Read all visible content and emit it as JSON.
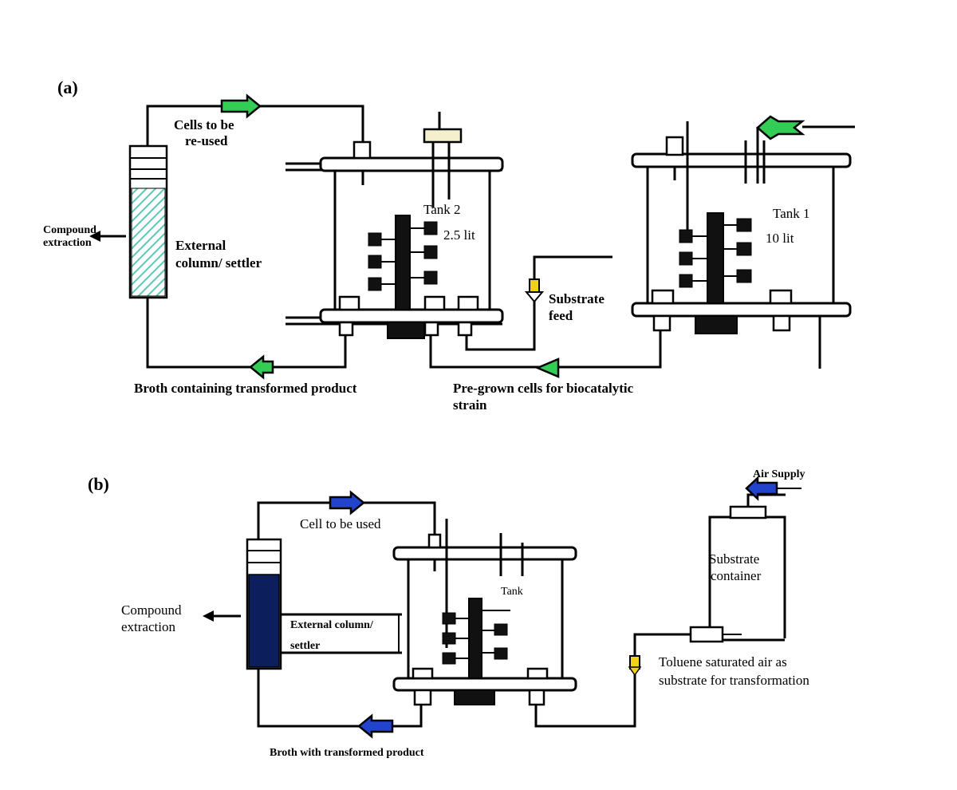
{
  "panel_a": {
    "label": "(a)",
    "cells_reused": [
      "Cells to be",
      "re-used"
    ],
    "compound_extraction": [
      "Compound",
      "extraction"
    ],
    "column": [
      "External",
      "column/ settler"
    ],
    "tank2_name": "Tank 2",
    "tank2_volume": "2.5 lit",
    "tank1_name": "Tank 1",
    "tank1_volume": "10 lit",
    "substrate_feed": [
      "Substrate",
      "feed"
    ],
    "broth": "Broth containing transformed product",
    "pregrown": [
      "Pre-grown cells for biocatalytic",
      "strain"
    ]
  },
  "panel_b": {
    "label": "(b)",
    "cell_used": "Cell to be used",
    "air_supply": "Air Supply",
    "substrate_container": [
      "Substrate",
      "container"
    ],
    "tank": "Tank",
    "compound_extraction": [
      "Compound",
      "extraction"
    ],
    "column": [
      "External column/",
      "settler"
    ],
    "toluene": [
      "Toluene saturated air as",
      "substrate for transformation"
    ],
    "broth": "Broth with transformed product"
  },
  "colors": {
    "green_arrow": "#33cc55",
    "blue_arrow": "#2244cc",
    "yellow_valve": "#f2d11b",
    "column_hatch": "#66ccbb",
    "column_dark": "#0c1f5c",
    "top_port_fill": "#f5f0cc"
  }
}
